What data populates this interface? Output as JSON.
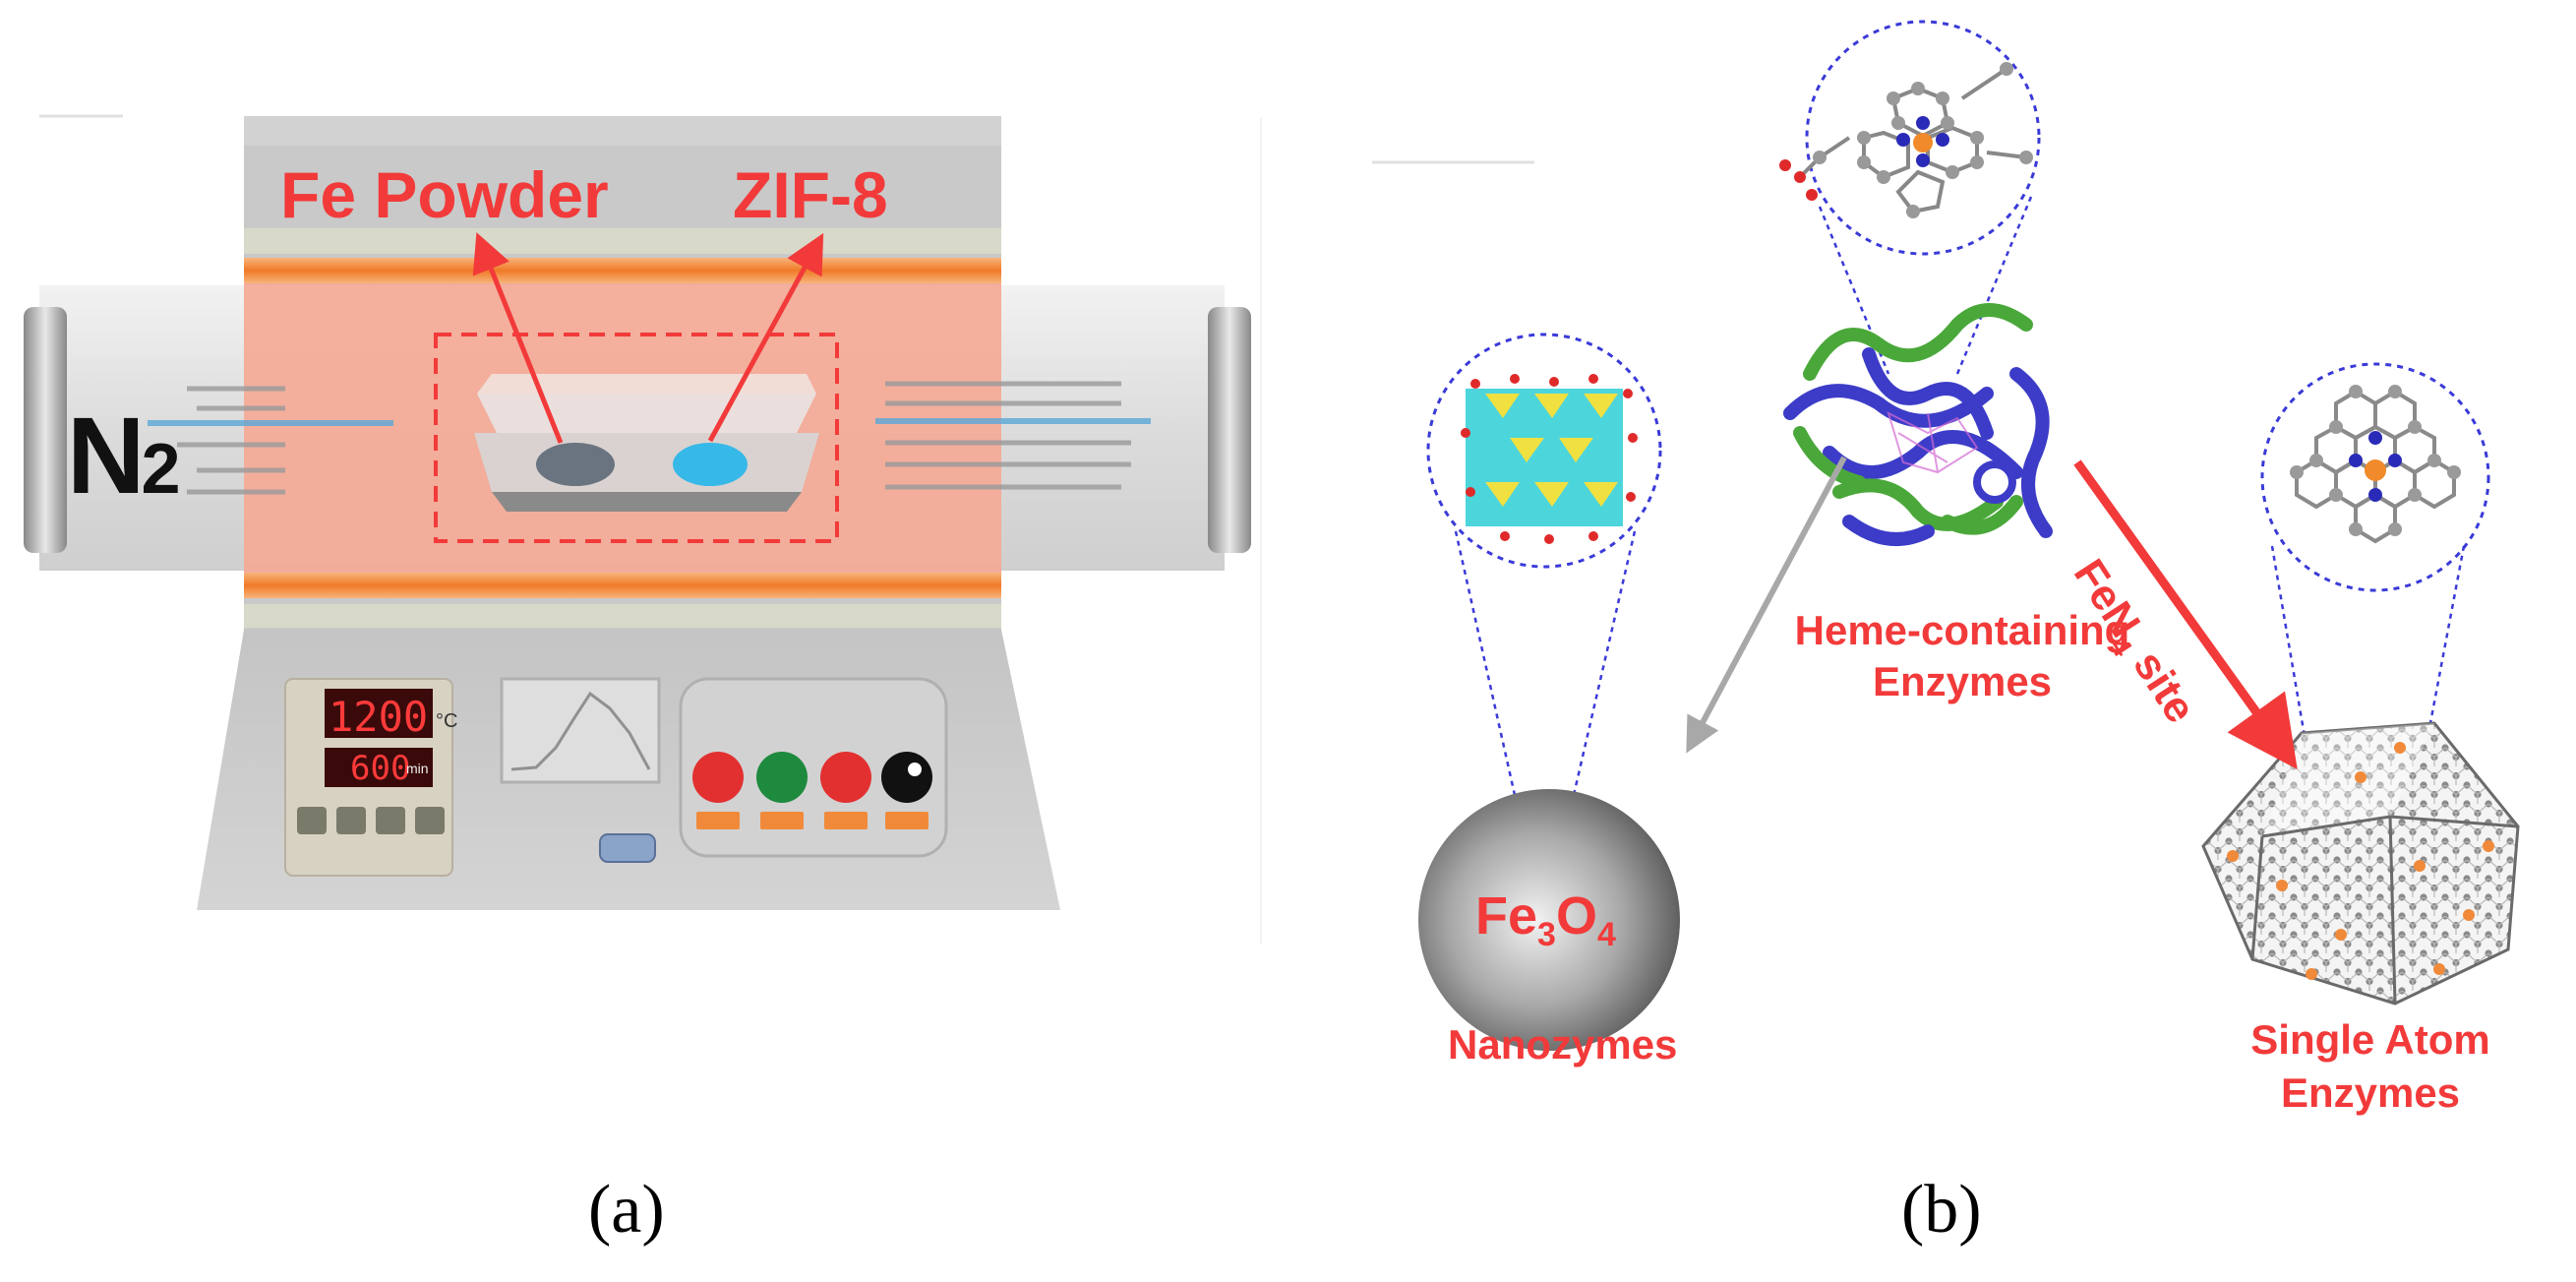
{
  "panel_a": {
    "caption": "(a)",
    "gas": {
      "symbol": "N",
      "subscript": "2"
    },
    "label_fe_powder": "Fe Powder",
    "label_zif8": "ZIF-8",
    "display_top": "1200",
    "display_top_unit": "°C",
    "display_bottom": "600",
    "display_bottom_unit": "min"
  },
  "panel_b": {
    "caption": "(b)",
    "heme_line1": "Heme-containing",
    "heme_line2": "Enzymes",
    "fen4_prefix": "FeN",
    "fen4_sub": "4",
    "fen4_suffix": " site",
    "fe3o4": {
      "fe": "Fe",
      "sub1": "3",
      "o": "O",
      "sub2": "4"
    },
    "nanozymes": "Nanozymes",
    "sae_line1": "Single Atom",
    "sae_line2": "Enzymes"
  },
  "colors": {
    "label_red": "#f23a3a",
    "furnace_gray": "#c8c8c8",
    "heating_zone": "#f3a08a",
    "orange_band": "#f07a28",
    "zif_blue": "#36b8e8",
    "circle_dash": "#3a3ad8",
    "protein_blue": "#3c3cc8",
    "protein_green": "#4aa83a"
  }
}
